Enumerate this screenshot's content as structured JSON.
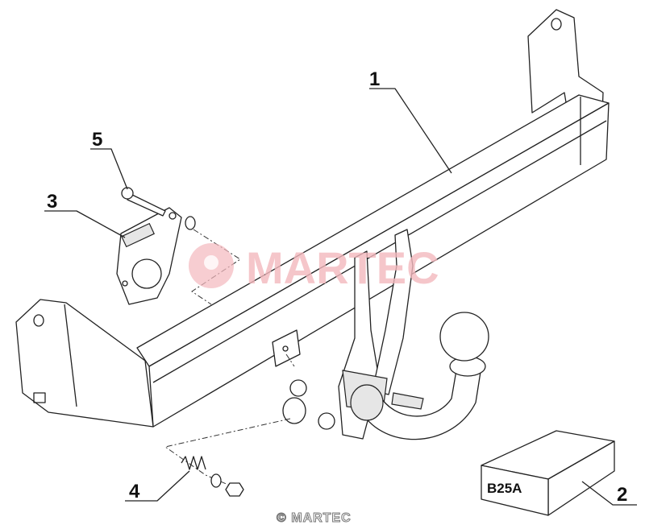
{
  "diagram": {
    "callouts": [
      "1",
      "2",
      "3",
      "4",
      "5"
    ],
    "kit_label": "B25A",
    "watermark": "MARTEC",
    "copyright": "© MARTEC",
    "colors": {
      "line": "#222222",
      "watermark": "#f3b8bd"
    }
  }
}
